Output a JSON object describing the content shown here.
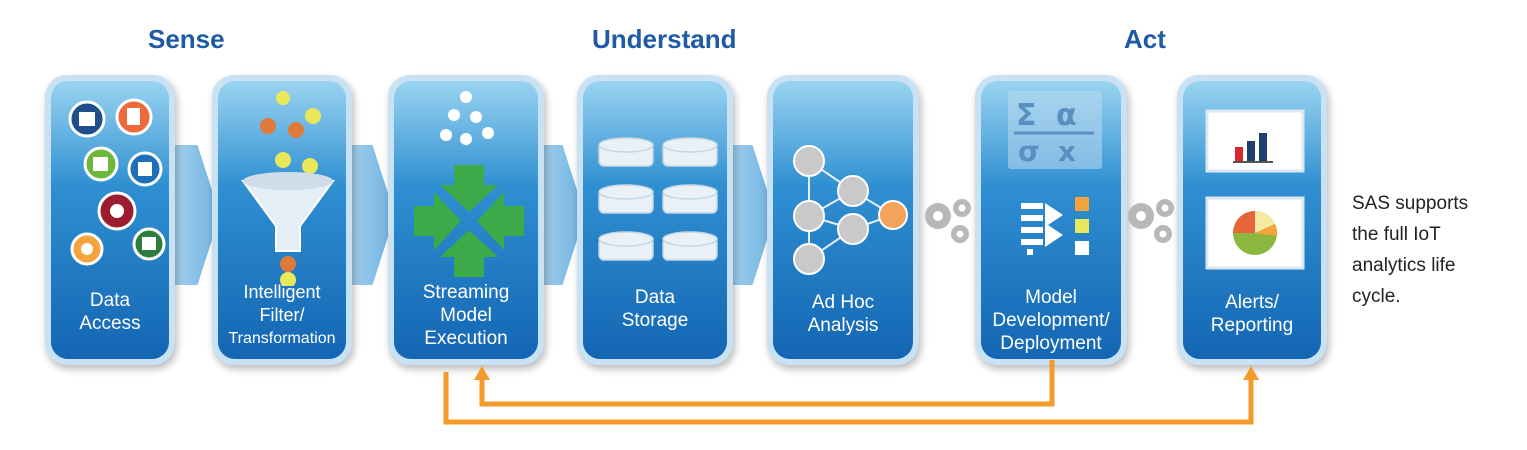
{
  "phases": {
    "sense": "Sense",
    "understand": "Understand",
    "act": "Act"
  },
  "panels": {
    "data_access": {
      "line1": "Data",
      "line2": "Access"
    },
    "filter": {
      "line1": "Intelligent",
      "line2": "Filter/",
      "line3": "Transformation"
    },
    "streaming": {
      "line1": "Streaming",
      "line2": "Model",
      "line3": "Execution"
    },
    "storage": {
      "line1": "Data",
      "line2": "Storage"
    },
    "adhoc": {
      "line1": "Ad Hoc",
      "line2": "Analysis"
    },
    "model": {
      "line1": "Model",
      "line2": "Development/",
      "line3": "Deployment"
    },
    "alerts": {
      "line1": "Alerts/",
      "line2": "Reporting"
    }
  },
  "formula_symbols": {
    "sigma_upper": "Σ",
    "alpha": "α",
    "sigma_lower": "σ",
    "x": "x"
  },
  "side_note": {
    "line1": "SAS supports",
    "line2": "the full IoT",
    "line3": "analytics life",
    "line4": "cycle."
  },
  "colors": {
    "phase_title": "#1f5aa6",
    "panel_dark": "#1466b3",
    "feedback_orange": "#f39a2b",
    "green_arrow": "#3daa4a",
    "node_orange": "#f3a35a"
  }
}
